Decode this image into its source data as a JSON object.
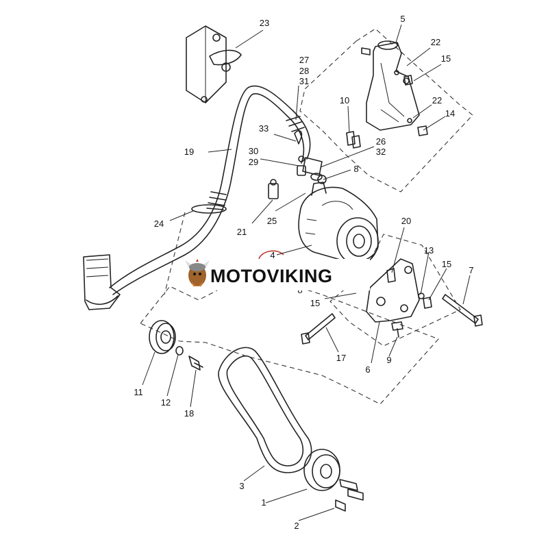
{
  "watermark": {
    "text": "MOTOVIKING",
    "highlight_color": "#ffffff",
    "marker_color": "#c0392b"
  },
  "callouts": [
    {
      "id": "c1",
      "label": "1"
    },
    {
      "id": "c2",
      "label": "2"
    },
    {
      "id": "c3",
      "label": "3"
    },
    {
      "id": "c4",
      "label": "4"
    },
    {
      "id": "c5",
      "label": "5"
    },
    {
      "id": "c6",
      "label": "6"
    },
    {
      "id": "c7",
      "label": "7"
    },
    {
      "id": "c8a",
      "label": "8"
    },
    {
      "id": "c8b",
      "label": "8"
    },
    {
      "id": "c9",
      "label": "9"
    },
    {
      "id": "c10",
      "label": "10"
    },
    {
      "id": "c11",
      "label": "11"
    },
    {
      "id": "c12",
      "label": "12"
    },
    {
      "id": "c13",
      "label": "13"
    },
    {
      "id": "c14",
      "label": "14"
    },
    {
      "id": "c15a",
      "label": "15"
    },
    {
      "id": "c15b",
      "label": "15"
    },
    {
      "id": "c15c",
      "label": "15"
    },
    {
      "id": "c17",
      "label": "17"
    },
    {
      "id": "c18",
      "label": "18"
    },
    {
      "id": "c19",
      "label": "19"
    },
    {
      "id": "c20",
      "label": "20"
    },
    {
      "id": "c21",
      "label": "21"
    },
    {
      "id": "c22a",
      "label": "22"
    },
    {
      "id": "c22b",
      "label": "22"
    },
    {
      "id": "c23",
      "label": "23"
    },
    {
      "id": "c24",
      "label": "24"
    },
    {
      "id": "c25",
      "label": "25"
    },
    {
      "id": "c26",
      "label": "26"
    },
    {
      "id": "c27",
      "label": "27"
    },
    {
      "id": "c28",
      "label": "28"
    },
    {
      "id": "c29",
      "label": "29"
    },
    {
      "id": "c30",
      "label": "30"
    },
    {
      "id": "c31",
      "label": "31"
    },
    {
      "id": "c32",
      "label": "32"
    },
    {
      "id": "c33",
      "label": "33"
    }
  ]
}
